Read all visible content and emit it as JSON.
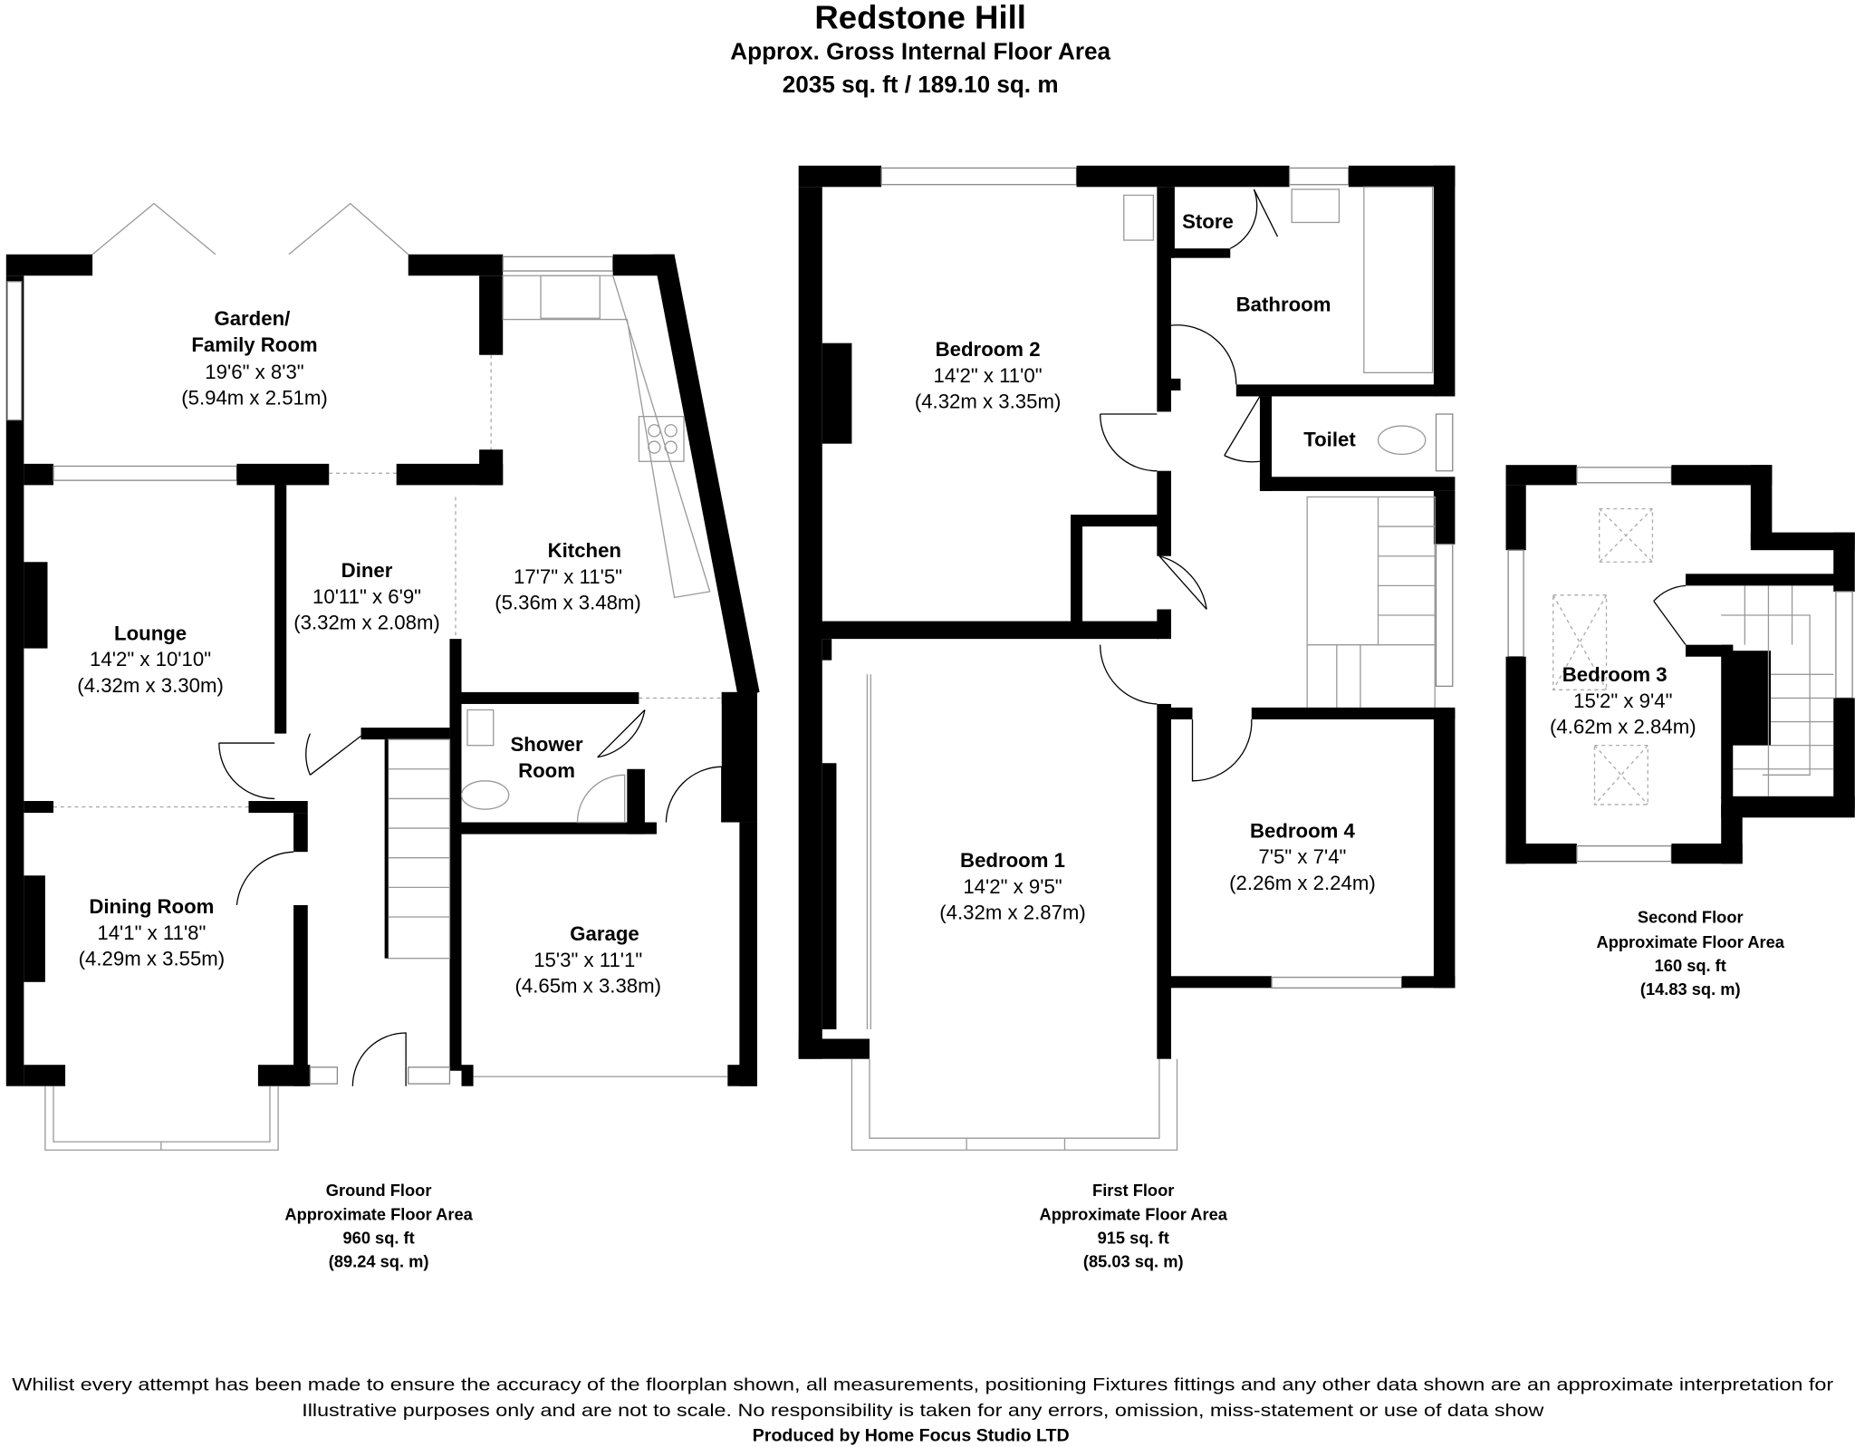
{
  "header": {
    "title": "Redstone Hill",
    "subtitle": "Approx. Gross Internal Floor Area",
    "total_area": "2035 sq. ft / 189.10 sq. m"
  },
  "ground_floor": {
    "rooms": [
      {
        "name": "Garden/",
        "name2": "Family Room",
        "imperial": "19'6\" x 8'3\"",
        "metric": "(5.94m x 2.51m)"
      },
      {
        "name": "Lounge",
        "imperial": "14'2\" x 10'10\"",
        "metric": "(4.32m x 3.30m)"
      },
      {
        "name": "Diner",
        "imperial": "10'11\" x 6'9\"",
        "metric": "(3.32m x 2.08m)"
      },
      {
        "name": "Kitchen",
        "imperial": "17'7\" x 11'5\"",
        "metric": "(5.36m x 3.48m)"
      },
      {
        "name": "Shower",
        "name2": "Room"
      },
      {
        "name": "Dining Room",
        "imperial": "14'1\" x 11'8\"",
        "metric": "(4.29m x 3.55m)"
      },
      {
        "name": "Garage",
        "imperial": "15'3\" x 11'1\"",
        "metric": "(4.65m x 3.38m)"
      }
    ],
    "caption": {
      "floor": "Ground Floor",
      "label": "Approximate Floor Area",
      "sqft": "960 sq. ft",
      "sqm": "(89.24 sq. m)"
    }
  },
  "first_floor": {
    "rooms": [
      {
        "name": "Bedroom 2",
        "imperial": "14'2\" x 11'0\"",
        "metric": "(4.32m x 3.35m)"
      },
      {
        "name": "Store"
      },
      {
        "name": "Bathroom"
      },
      {
        "name": "Toilet"
      },
      {
        "name": "Bedroom 1",
        "imperial": "14'2\" x 9'5\"",
        "metric": "(4.32m x 2.87m)"
      },
      {
        "name": "Bedroom 4",
        "imperial": "7'5\" x 7'4\"",
        "metric": "(2.26m x 2.24m)"
      }
    ],
    "caption": {
      "floor": "First Floor",
      "label": "Approximate Floor Area",
      "sqft": "915 sq. ft",
      "sqm": "(85.03 sq. m)"
    }
  },
  "second_floor": {
    "rooms": [
      {
        "name": "Bedroom 3",
        "imperial": "15'2\" x 9'4\"",
        "metric": "(4.62m x 2.84m)"
      }
    ],
    "caption": {
      "floor": "Second Floor",
      "label": "Approximate Floor Area",
      "sqft": "160 sq. ft",
      "sqm": "(14.83 sq. m)"
    }
  },
  "footer": {
    "disclaimer_1": "Whilist every attempt has been made to ensure the accuracy of the floorplan shown, all measurements, positioning Fixtures fittings and any other data shown are an approximate interpretation for",
    "disclaimer_2": "Illustrative purposes only  and are not to scale. No responsibility is taken for any errors, omission, miss-statement or use of data show",
    "producer": "Produced by Home Focus Studio LTD"
  }
}
